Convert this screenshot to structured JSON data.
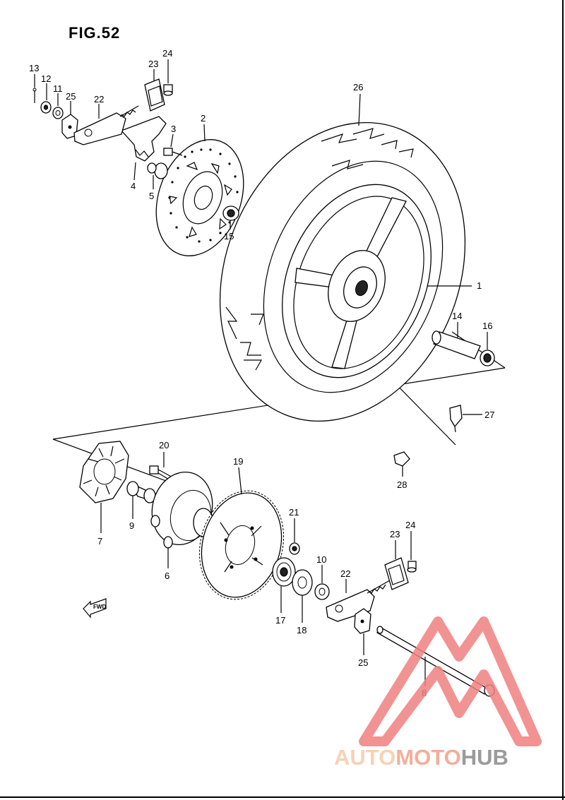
{
  "figure": {
    "title": "FIG.52"
  },
  "fwd_label": "FWD",
  "watermark": {
    "part1": "AUTO",
    "part2": "MOTO",
    "part3": "HUB",
    "color_light": "#f7c9a8",
    "color_mid": "#f3a08a",
    "color_dark": "#8a8a8a",
    "triangle_color": "#f08080"
  },
  "callouts": [
    {
      "id": "c13",
      "label": "13"
    },
    {
      "id": "c12",
      "label": "12"
    },
    {
      "id": "c11",
      "label": "11"
    },
    {
      "id": "c25a",
      "label": "25"
    },
    {
      "id": "c22a",
      "label": "22"
    },
    {
      "id": "c23a",
      "label": "23"
    },
    {
      "id": "c24a",
      "label": "24"
    },
    {
      "id": "c2",
      "label": "2"
    },
    {
      "id": "c3",
      "label": "3"
    },
    {
      "id": "c4",
      "label": "4"
    },
    {
      "id": "c5",
      "label": "5"
    },
    {
      "id": "c15",
      "label": "15"
    },
    {
      "id": "c26",
      "label": "26"
    },
    {
      "id": "c1",
      "label": "1"
    },
    {
      "id": "c14",
      "label": "14"
    },
    {
      "id": "c16",
      "label": "16"
    },
    {
      "id": "c27",
      "label": "27"
    },
    {
      "id": "c28",
      "label": "28"
    },
    {
      "id": "c20",
      "label": "20"
    },
    {
      "id": "c19",
      "label": "19"
    },
    {
      "id": "c9",
      "label": "9"
    },
    {
      "id": "c7",
      "label": "7"
    },
    {
      "id": "c6",
      "label": "6"
    },
    {
      "id": "c21",
      "label": "21"
    },
    {
      "id": "c24b",
      "label": "24"
    },
    {
      "id": "c23b",
      "label": "23"
    },
    {
      "id": "c10",
      "label": "10"
    },
    {
      "id": "c22b",
      "label": "22"
    },
    {
      "id": "c17",
      "label": "17"
    },
    {
      "id": "c18",
      "label": "18"
    },
    {
      "id": "c25b",
      "label": "25"
    },
    {
      "id": "c8",
      "label": "8"
    }
  ]
}
